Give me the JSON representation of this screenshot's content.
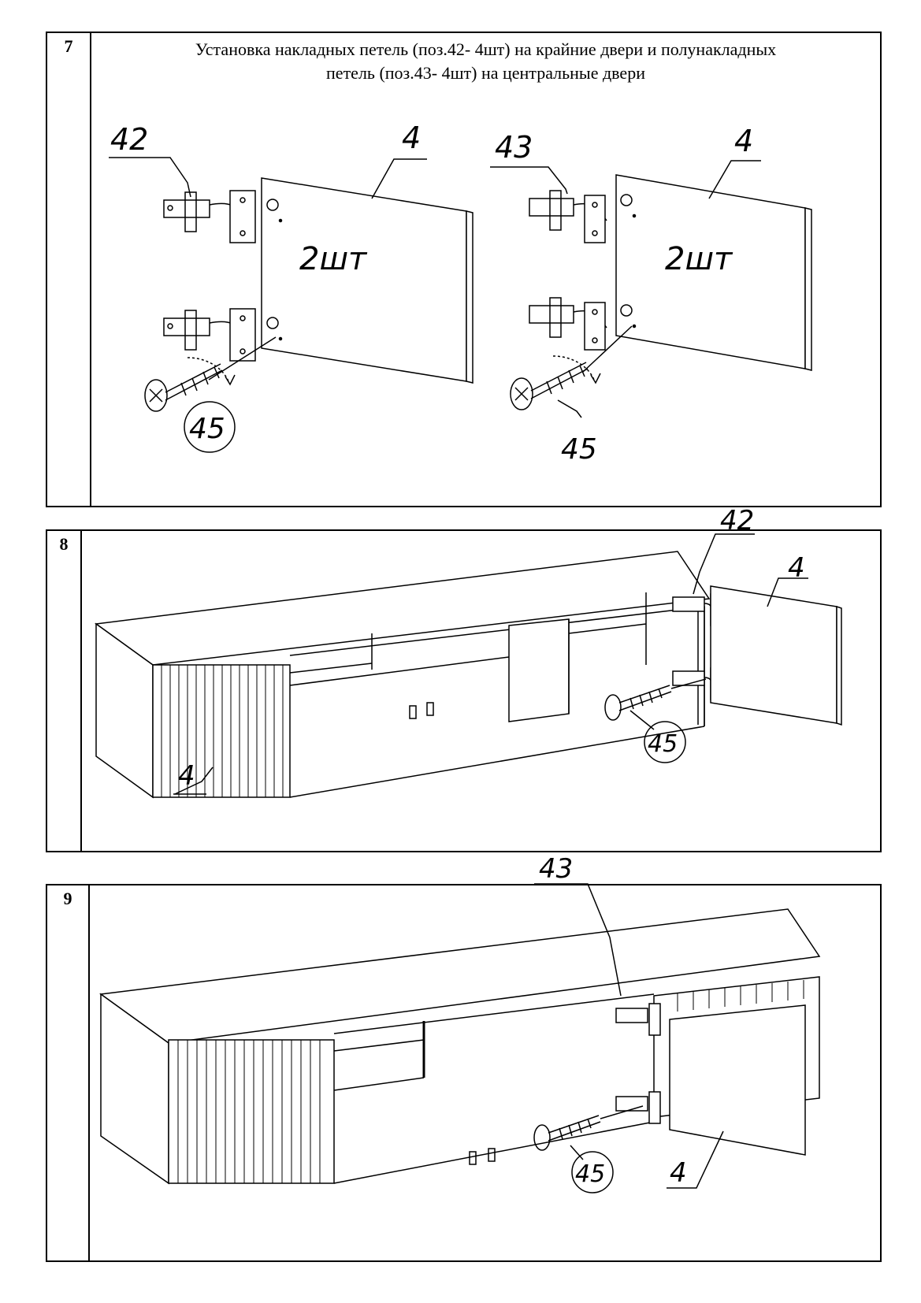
{
  "steps": [
    {
      "number": "7",
      "title_line1": "Установка накладных петель (поз.42- 4шт) на крайние двери и полунакладных",
      "title_line2": "петель (поз.43- 4шт) на центральные двери",
      "left": {
        "hinge_label": "42",
        "door_label": "4",
        "qty": "2шт",
        "screw_label": "45"
      },
      "right": {
        "hinge_label": "43",
        "door_label": "4",
        "qty": "2шт",
        "screw_label": "45"
      }
    },
    {
      "number": "8",
      "hinge_label": "42",
      "door_label": "4",
      "front_label": "4",
      "screw_label": "45"
    },
    {
      "number": "9",
      "hinge_label": "43",
      "door_label": "4",
      "screw_label": "45"
    }
  ]
}
